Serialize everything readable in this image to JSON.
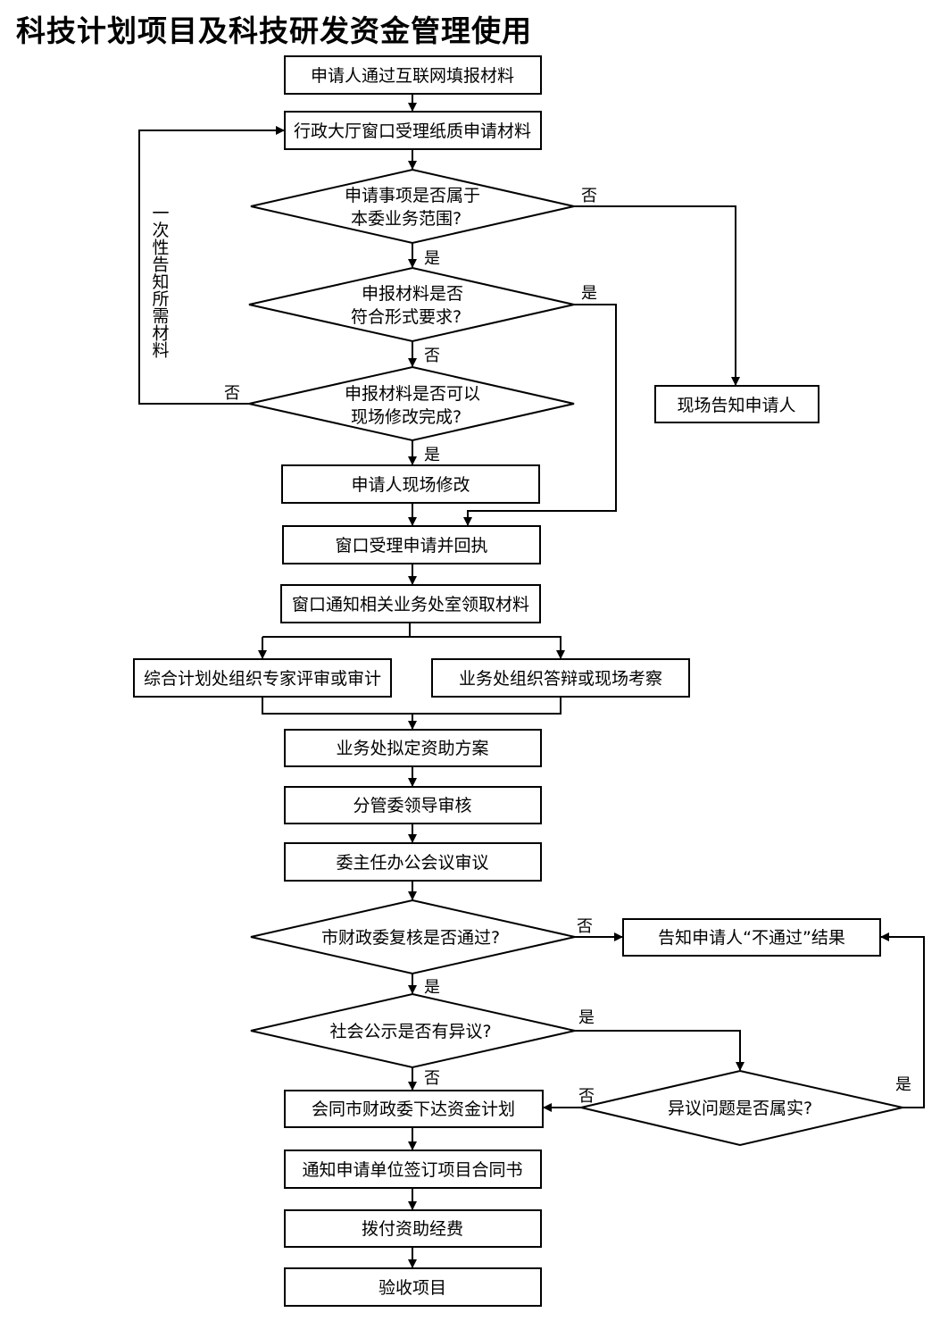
{
  "title": "科技计划项目及科技研发资金管理使用",
  "nodes": {
    "n1": "申请人通过互联网填报材料",
    "n2": "行政大厅窗口受理纸质申请材料",
    "d1_line1": "申请事项是否属于",
    "d1_line2": "本委业务范围?",
    "d2_line1": "申报材料是否",
    "d2_line2": "符合形式要求?",
    "d3_line1": "申报材料是否可以",
    "d3_line2": "现场修改完成?",
    "notify_scene": "现场告知申请人",
    "n_modify": "申请人现场修改",
    "n_accept": "窗口受理申请并回执",
    "n_notify_dept": "窗口通知相关业务处室领取材料",
    "n_review": "综合计划处组织专家评审或审计",
    "n_defense": "业务处组织答辩或现场考察",
    "n_plan": "业务处拟定资助方案",
    "n_leader": "分管委领导审核",
    "n_meeting": "委主任办公会议审议",
    "d4": "市财政委复核是否通过?",
    "n_reject": "告知申请人“不通过”结果",
    "d5": "社会公示是否有异议?",
    "d6": "异议问题是否属实?",
    "n_funds": "会同市财政委下达资金计划",
    "n_contract": "通知申请单位签订项目合同书",
    "n_pay": "拨付资助经费",
    "n_accept_proj": "验收项目"
  },
  "side_note": "一次性告知所需材料",
  "labels": {
    "yes": "是",
    "no": "否"
  }
}
